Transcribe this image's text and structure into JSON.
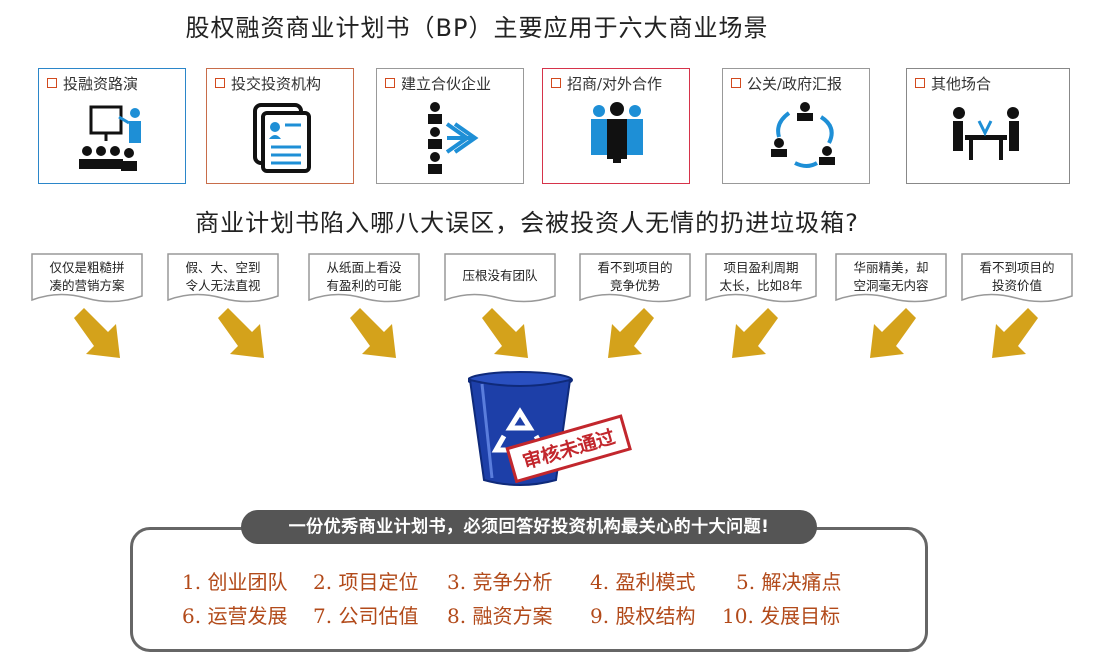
{
  "title_top": "股权融资商业计划书（BP）主要应用于六大商业场景",
  "title_mid": "商业计划书陷入哪八大误区，会被投资人无情的扔进垃圾箱?",
  "scenes": [
    {
      "label": "投融资路演",
      "border": "#2b86c9",
      "icon": "presentation-icon"
    },
    {
      "label": "投交投资机构",
      "border": "#c86d4a",
      "icon": "document-icon"
    },
    {
      "label": "建立合伙企业",
      "border": "#999999",
      "icon": "partnership-icon"
    },
    {
      "label": "招商/对外合作",
      "border": "#d6334a",
      "icon": "business-team-icon"
    },
    {
      "label": "公关/政府汇报",
      "border": "#999999",
      "icon": "cycle-people-icon"
    },
    {
      "label": "其他场合",
      "border": "#888888",
      "icon": "meeting-icon"
    }
  ],
  "mistakes": [
    {
      "line1": "仅仅是粗糙拼",
      "line2": "凑的营销方案"
    },
    {
      "line1": "假、大、空到",
      "line2": "令人无法直视"
    },
    {
      "line1": "从纸面上看没",
      "line2": "有盈利的可能"
    },
    {
      "line1": "压根没有团队",
      "line2": ""
    },
    {
      "line1": "看不到项目的",
      "line2": "竞争优势"
    },
    {
      "line1": "项目盈利周期",
      "line2": "太长，比如8年"
    },
    {
      "line1": "华丽精美，却",
      "line2": "空洞毫无内容"
    },
    {
      "line1": "看不到项目的",
      "line2": "投资价值"
    }
  ],
  "stamp": "审核未通过",
  "panel_heading": "一份优秀商业计划书，必须回答好投资机构最关心的十大问题!",
  "questions": [
    "1. 创业团队",
    "2. 项目定位",
    "3. 竞争分析",
    "4.  盈利模式",
    "5. 解决痛点",
    "6. 运营发展",
    "7. 公司估值",
    "8. 融资方案",
    "9. 股权结构",
    "10. 发展目标"
  ],
  "colors": {
    "arrow": "#d4a21b",
    "question_text": "#b24a1a",
    "bin": "#1d3fa8",
    "stamp": "#c2272d",
    "icon_blue": "#1e8fd6"
  }
}
